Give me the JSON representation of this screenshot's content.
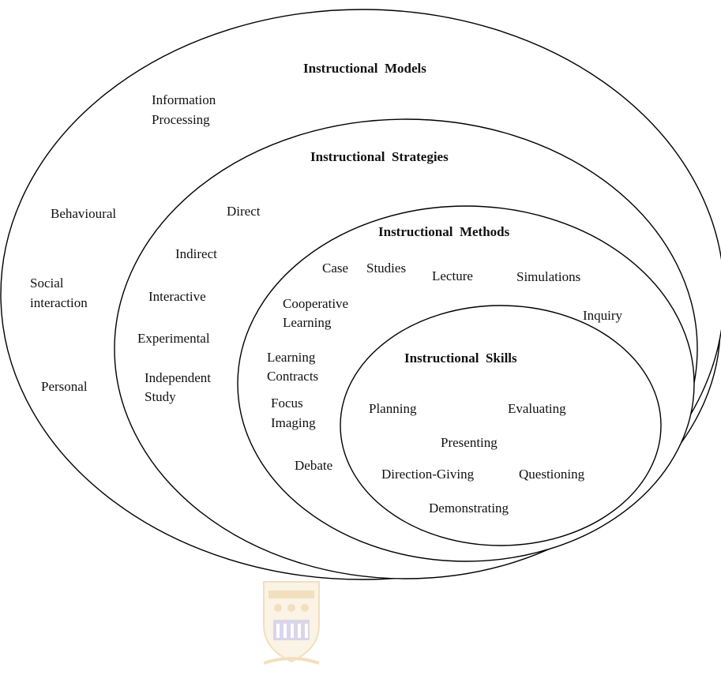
{
  "models": {
    "heading": "Instructional  Models",
    "items": [
      "Information",
      "Processing",
      "Behavioural",
      "Social",
      "interaction",
      "Personal"
    ]
  },
  "strategies": {
    "heading": "Instructional  Strategies",
    "items": [
      "Direct",
      "Indirect",
      "Interactive",
      "Experimental",
      "Independent",
      "Study"
    ]
  },
  "methods": {
    "heading": "Instructional  Methods",
    "items": [
      "Case",
      "Studies",
      "Lecture",
      "Simulations",
      "Cooperative",
      "Learning",
      "Inquiry",
      "Learning",
      "Contracts",
      "Focus",
      "Imaging",
      "Debate"
    ]
  },
  "skills": {
    "heading": "Instructional  Skills",
    "items": [
      "Planning",
      "Evaluating",
      "Presenting",
      "Direction-Giving",
      "Questioning",
      "Demonstrating"
    ]
  },
  "colors": {
    "line": "#000000",
    "text": "#111111",
    "crest_gold": "#e9c68a",
    "crest_purple": "#bfb3d6"
  }
}
